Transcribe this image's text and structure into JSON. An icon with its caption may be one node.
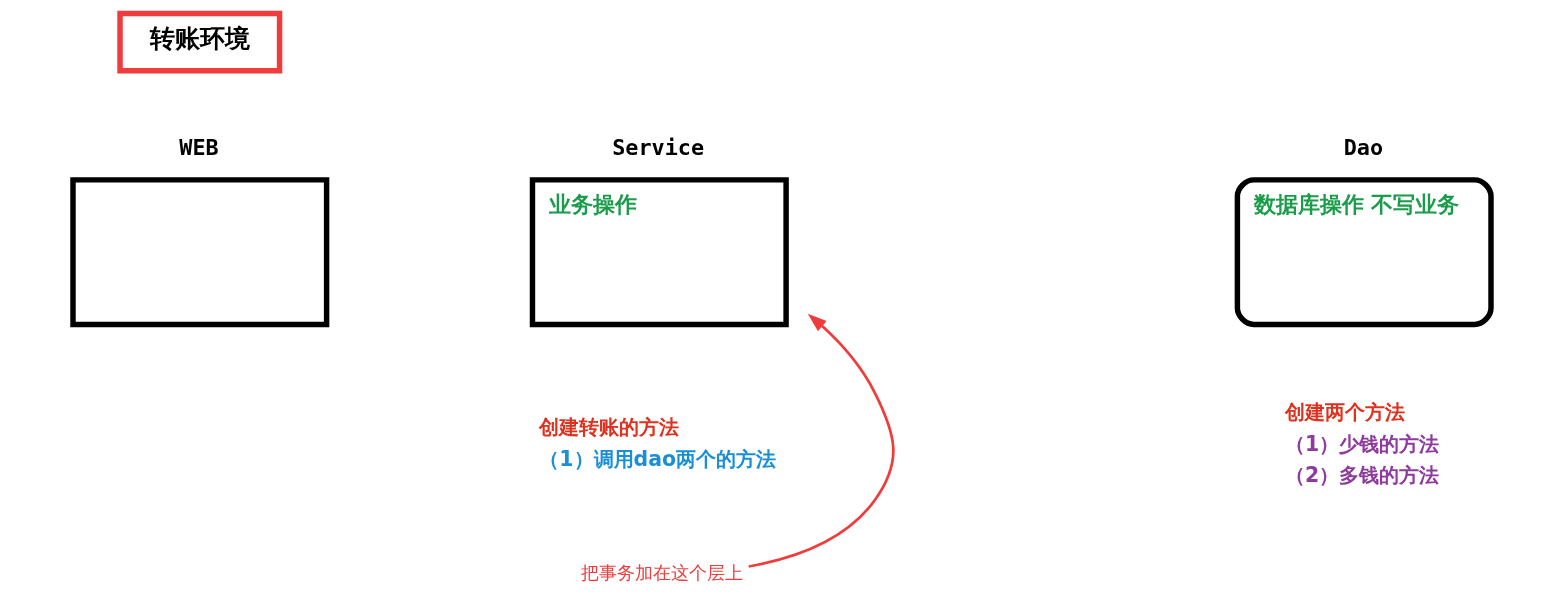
{
  "diagram": {
    "nodes": [
      {
        "text": [
          "转账环境"
        ]
      },
      {
        "text": [
          "WEB"
        ]
      },
      {
        "text": [
          "Service",
          "业务操作"
        ],
        "beside": [
          "创建转账的方法",
          "（1）调用dao两个的方法"
        ]
      },
      {
        "text": [
          "Dao",
          "数据库操作 不写业务"
        ],
        "beside": [
          "创建两个方法",
          "（1）少钱的方法",
          "（2）多钱的方法"
        ]
      },
      {
        "text": [
          "把事务加在这个层上"
        ]
      }
    ],
    "edges": [
      {
        "from": 4,
        "to": 2,
        "arrow": "to",
        "color": "#f03c3c"
      }
    ]
  }
}
